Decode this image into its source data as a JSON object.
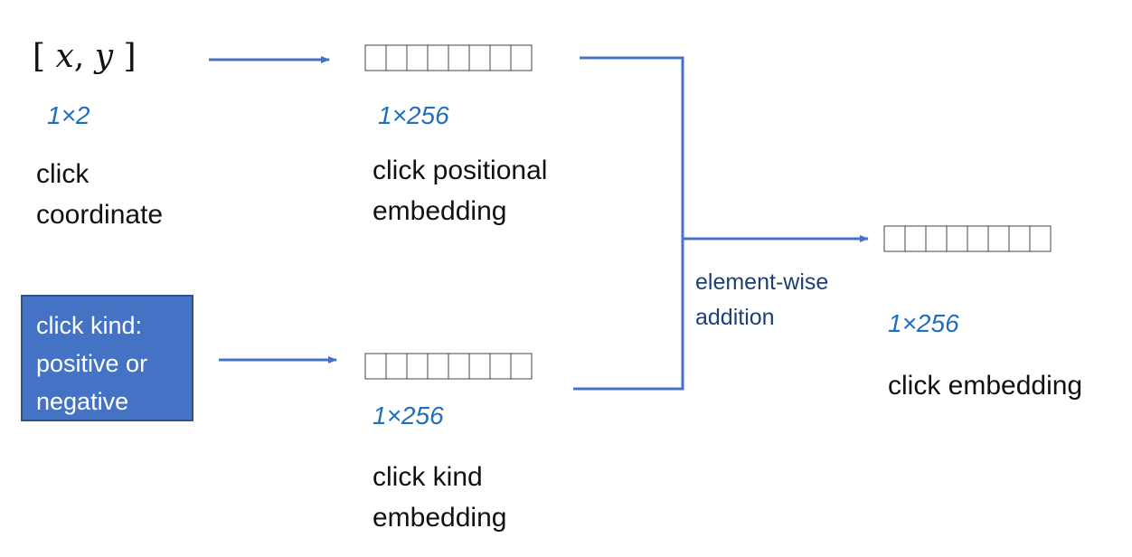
{
  "input_coord": {
    "open_bracket": "[",
    "x": "x",
    "comma": ",",
    "y": "y",
    "close_bracket": "]",
    "dim": "1×2",
    "label_line1": "click",
    "label_line2": "coordinate"
  },
  "positional_embedding": {
    "dim": "1×256",
    "label_line1": "click positional",
    "label_line2": "embedding"
  },
  "click_kind_box": {
    "line1": "click kind:",
    "line2": "positive or",
    "line3": "negative"
  },
  "kind_embedding": {
    "dim": "1×256",
    "label_line1": "click kind",
    "label_line2": "embedding"
  },
  "operation": {
    "line1": "element-wise",
    "line2": "addition"
  },
  "output_embedding": {
    "dim": "1×256",
    "label": "click embedding"
  },
  "colors": {
    "arrow": "#4472c4",
    "dim_text": "#1f6fbd",
    "box_fill": "#4472c4",
    "operation_text": "#1f3f73"
  }
}
